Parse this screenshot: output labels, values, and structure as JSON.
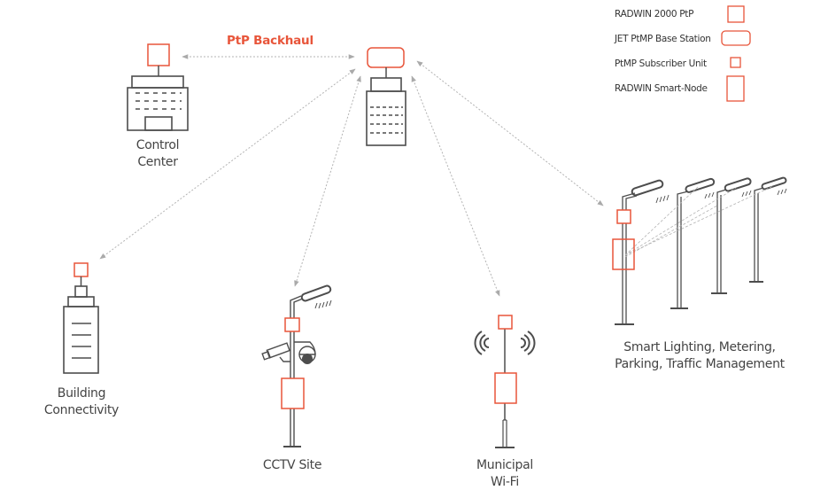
{
  "colors": {
    "accent": "#e8553a",
    "icon": "#4d4d4d",
    "link": "#b3b3b3",
    "text": "#444444"
  },
  "header": {
    "backhaul_label": "PtP Backhaul"
  },
  "legend": {
    "items": [
      {
        "label": "RADWIN 2000 PtP",
        "icon": "square-outline-icon"
      },
      {
        "label": "JET PtMP Base Station",
        "icon": "rounded-rect-outline-icon"
      },
      {
        "label": "PtMP Subscriber Unit",
        "icon": "small-square-outline-icon"
      },
      {
        "label": "RADWIN Smart-Node",
        "icon": "tall-rect-outline-icon"
      }
    ]
  },
  "sites": {
    "control_center": {
      "label": "Control\nCenter",
      "icon": "office-building-icon",
      "device": "RADWIN 2000 PtP"
    },
    "base_station": {
      "icon": "tower-building-icon",
      "device": "JET PtMP Base Station"
    },
    "building": {
      "label": "Building\nConnectivity",
      "icon": "tall-building-icon",
      "device": "PtMP Subscriber Unit"
    },
    "cctv": {
      "label": "CCTV Site",
      "icon": "cctv-pole-icon",
      "devices": [
        "PtMP Subscriber Unit",
        "RADWIN Smart-Node"
      ]
    },
    "wifi": {
      "label": "Municipal\nWi-Fi",
      "icon": "wifi-pole-icon",
      "devices": [
        "PtMP Subscriber Unit",
        "RADWIN Smart-Node"
      ]
    },
    "smart_lighting": {
      "label": "Smart Lighting, Metering,\nParking, Traffic Management",
      "icon": "street-light-icon",
      "devices": [
        "PtMP Subscriber Unit",
        "RADWIN Smart-Node"
      ],
      "pole_count": 4
    }
  },
  "links": [
    {
      "from": "Control Center",
      "to": "Base Station",
      "type": "PtP Backhaul"
    },
    {
      "from": "Base Station",
      "to": "Building Connectivity",
      "type": "PtMP"
    },
    {
      "from": "Base Station",
      "to": "CCTV Site",
      "type": "PtMP"
    },
    {
      "from": "Base Station",
      "to": "Municipal Wi-Fi",
      "type": "PtMP"
    },
    {
      "from": "Base Station",
      "to": "Smart Lighting",
      "type": "PtMP"
    }
  ]
}
